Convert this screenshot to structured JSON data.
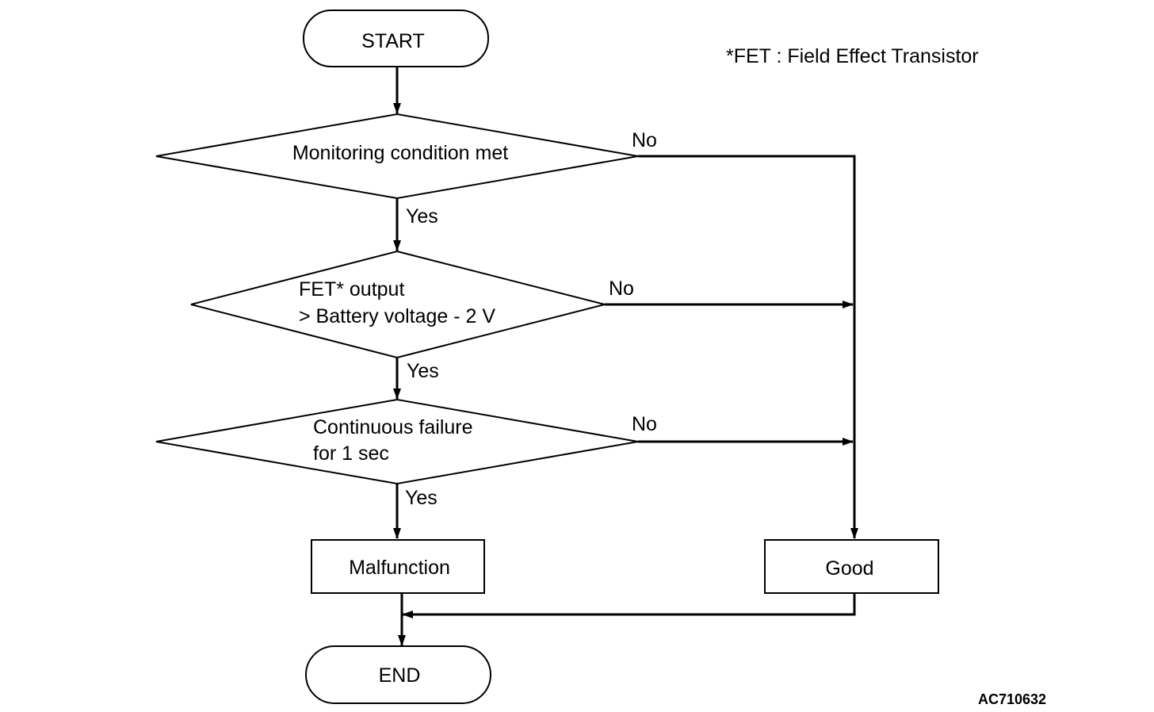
{
  "footnote": "*FET : Field Effect Transistor",
  "figure_code": "AC710632",
  "nodes": {
    "start": "START",
    "decision_monitoring": [
      "Monitoring condition met"
    ],
    "decision_fet": [
      "FET* output",
      "> Battery voltage - 2 V"
    ],
    "decision_continuous": [
      "Continuous failure",
      "for 1 sec"
    ],
    "malfunction": "Malfunction",
    "good": "Good",
    "end": "END"
  },
  "edge_labels": {
    "monitoring_yes": "Yes",
    "monitoring_no": "No",
    "fet_yes": "Yes",
    "fet_no": "No",
    "continuous_yes": "Yes",
    "continuous_no": "No"
  }
}
